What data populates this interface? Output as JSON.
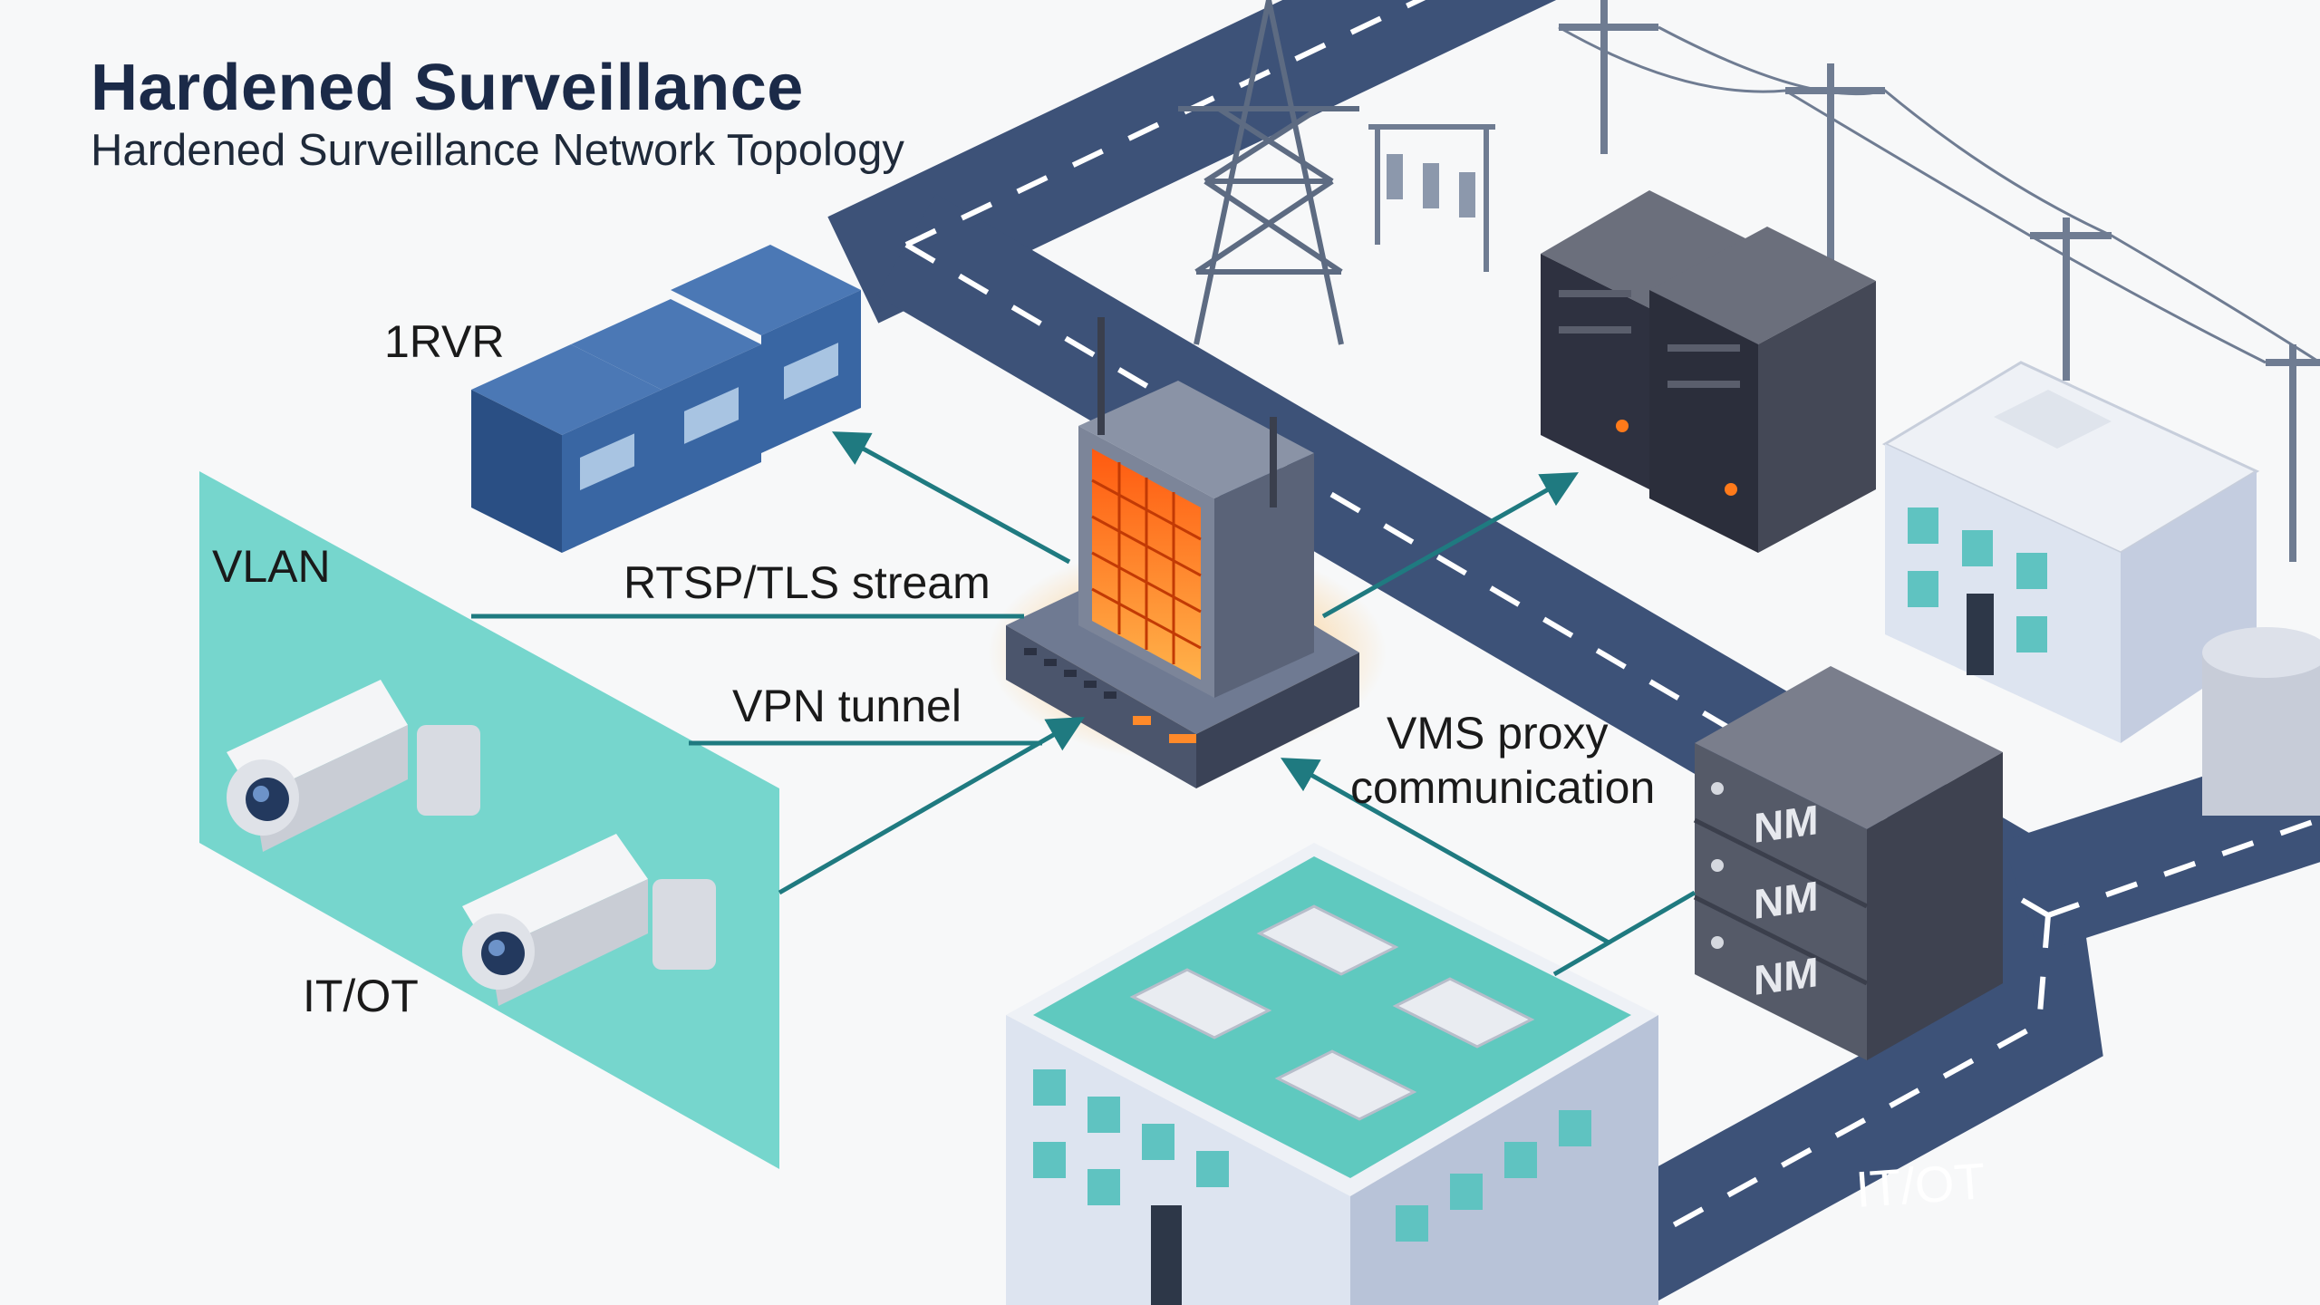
{
  "header": {
    "title": "Hardened Surveillance",
    "subtitle": "Hardened Surveillance Network Topology"
  },
  "labels": {
    "nvr": "1RVR",
    "vlan": "VLAN",
    "itot_zone": "IT/OT",
    "rtsp": "RTSP/TLS stream",
    "vpn": "VPN tunnel",
    "vms_line1": "VMS proxy",
    "vms_line2": "communication",
    "itot_road": "IT/OT"
  },
  "server_badge": "NM",
  "colors": {
    "title": "#1b2a48",
    "road": "#3d5278",
    "vlan_zone": "#5fd0c6",
    "link": "#1f7a80",
    "firewall_glow": "#ff7a1a",
    "nvr": "#2f5c94",
    "server": "#3a3d47",
    "building": "#dfe6f2",
    "roof": "#5fc9bf"
  },
  "icons": [
    "camera-icon",
    "nvr-icon",
    "firewall-icon",
    "server-rack-icon",
    "nms-server-icon",
    "building-icon",
    "power-tower-icon",
    "utility-pole-icon",
    "substation-icon",
    "tank-icon"
  ]
}
